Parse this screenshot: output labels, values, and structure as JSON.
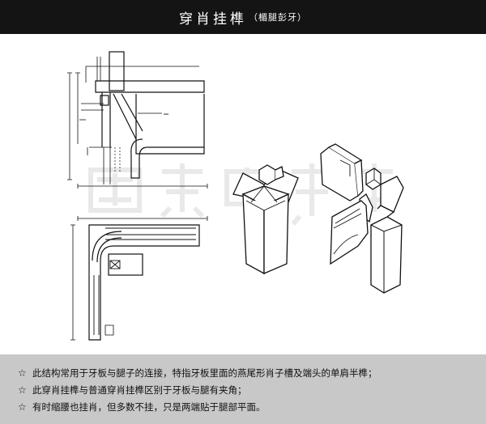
{
  "header": {
    "title": "穿肖挂榫",
    "subtitle": "（楣腿彭牙）"
  },
  "icons": {
    "bullet": "☆"
  },
  "notes": [
    "此结构常用于牙板与腿子的连接，特指牙板里面的燕尾形肖子槽及端头的单肩半榫；",
    "此穿肖挂榫与普通穿肖挂榫区别于牙板与腿有夹角；",
    "有时缩腰也挂肖，但多数不挂，只是两端贴于腿部平面。"
  ],
  "colors": {
    "header_bg": "#141414",
    "notes_bg": "#c8c8c8",
    "line": "#111111"
  }
}
